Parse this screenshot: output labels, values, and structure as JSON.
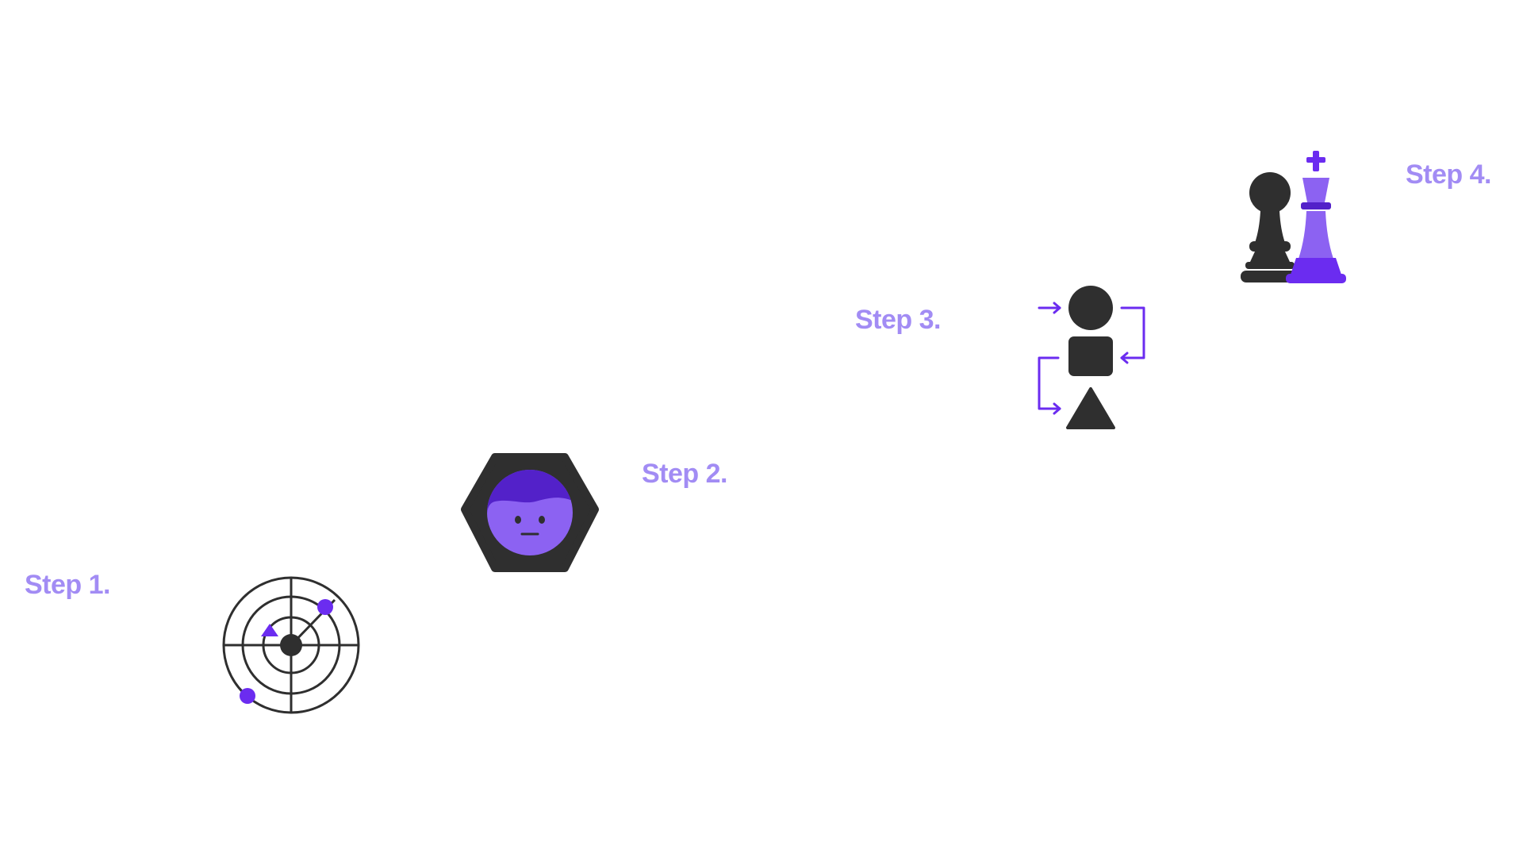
{
  "steps": [
    {
      "label": "Step 1.",
      "icon": "radar-icon"
    },
    {
      "label": "Step 2.",
      "icon": "hexagon-face-icon"
    },
    {
      "label": "Step 3.",
      "icon": "shapes-flow-icon"
    },
    {
      "label": "Step 4.",
      "icon": "chess-pieces-icon"
    }
  ],
  "colors": {
    "label": "#a28cf4",
    "accent": "#6b2cf0",
    "accent_light": "#8c62f2",
    "accent_dark": "#5321c9",
    "ink": "#2f2f2f"
  }
}
